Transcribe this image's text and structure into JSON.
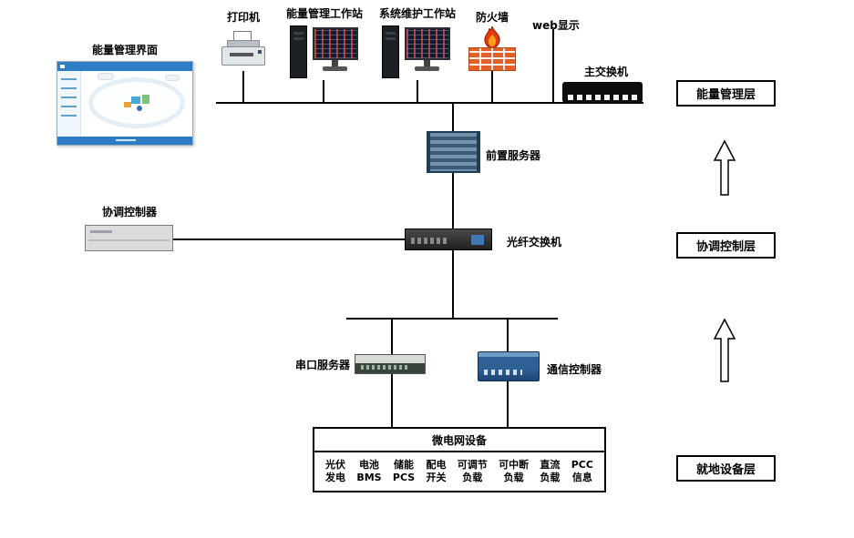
{
  "diagram": {
    "screenshot": {
      "label": "能量管理界面"
    },
    "nodes": {
      "printer": "打印机",
      "ems_workstation": "能量管理工作站",
      "maintenance_workstation": "系统维护工作站",
      "firewall": "防火墙",
      "web_display": "web显示",
      "main_switch": "主交换机",
      "front_server": "前置服务器",
      "coordination_controller": "协调控制器",
      "fiber_switch": "光纤交换机",
      "serial_server": "串口服务器",
      "comm_controller": "通信控制器"
    },
    "layers": {
      "energy_management": "能量管理层",
      "coordination_control": "协调控制层",
      "local_device": "就地设备层"
    },
    "microgrid": {
      "title": "微电网设备",
      "items": [
        {
          "l1": "光伏",
          "l2": "发电"
        },
        {
          "l1": "电池",
          "l2": "BMS"
        },
        {
          "l1": "储能",
          "l2": "PCS"
        },
        {
          "l1": "配电",
          "l2": "开关"
        },
        {
          "l1": "可调节",
          "l2": "负载"
        },
        {
          "l1": "可中断",
          "l2": "负载"
        },
        {
          "l1": "直流",
          "l2": "负载"
        },
        {
          "l1": "PCC",
          "l2": "信息"
        }
      ]
    },
    "colors": {
      "wire": "#000000",
      "firewall_brick": "#e55f28",
      "flame_red": "#e8380d",
      "server_blue": "#3c5a76",
      "controller_blue": "#2e6096",
      "screenshot_header_blue": "#2e7cc3"
    }
  }
}
